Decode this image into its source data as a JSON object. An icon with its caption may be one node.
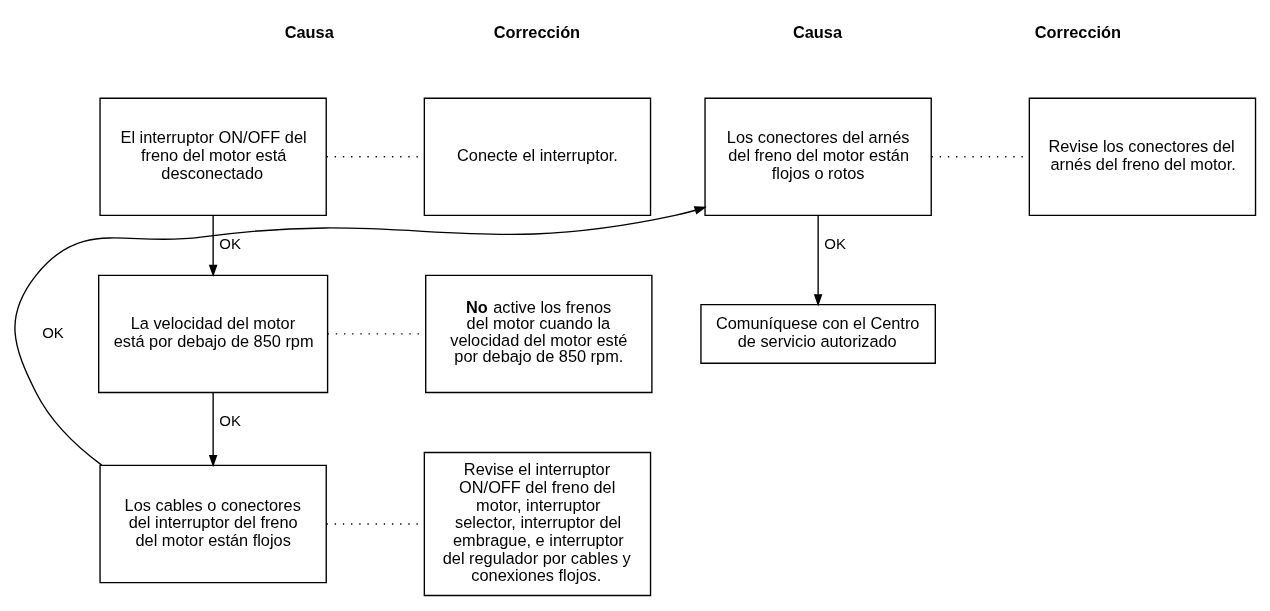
{
  "diagram": {
    "nodes": [
      {
        "text": [
          "El interruptor ON/OFF del freno del motor está desconectado"
        ]
      },
      {
        "text": [
          "Conecte el interruptor."
        ]
      },
      {
        "text": [
          "La velocidad del motor está por debajo de 850 rpm"
        ]
      },
      {
        "text": [
          "**No** active los frenos del motor cuando la velocidad del motor esté por debajo de 850 rpm."
        ]
      },
      {
        "text": [
          "Los cables o conectores del interruptor del freno del motor están flojos"
        ]
      },
      {
        "text": [
          "Revise el interruptor ON/OFF del freno del motor, interruptor selector, interruptor del embrague, e interruptor del regulador por cables y conexiones flojos."
        ]
      },
      {
        "text": [
          "Los conectores del arnés del freno del motor están flojos o rotos"
        ]
      },
      {
        "text": [
          "Revise los conectores del arnés del freno del motor."
        ]
      },
      {
        "text": [
          "Comuníquese con el Centro de servicio autorizado"
        ]
      }
    ],
    "edges": [
      {
        "from": 0,
        "to": 1,
        "arrow": "none",
        "style": "dashed"
      },
      {
        "from": 0,
        "to": 2,
        "arrow": "to",
        "label": "OK"
      },
      {
        "from": 2,
        "to": 3,
        "arrow": "none",
        "style": "dashed"
      },
      {
        "from": 2,
        "to": 4,
        "arrow": "to",
        "label": "OK"
      },
      {
        "from": 4,
        "to": 5,
        "arrow": "none",
        "style": "dashed"
      },
      {
        "from": 4,
        "to": 6,
        "arrow": "to",
        "label": "OK"
      },
      {
        "from": 6,
        "to": 7,
        "arrow": "none",
        "style": "dashed"
      },
      {
        "from": 6,
        "to": 8,
        "arrow": "to",
        "label": "OK"
      }
    ],
    "labels": [
      "Causa",
      "Corrección",
      "Causa",
      "Corrección"
    ]
  }
}
